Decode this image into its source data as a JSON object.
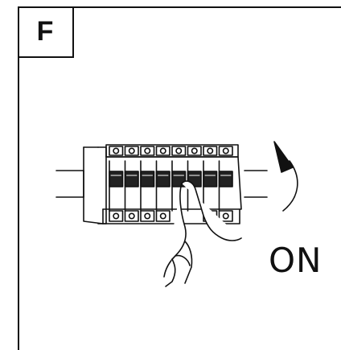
{
  "step": {
    "letter": "F"
  },
  "instruction": {
    "switch_state_label": "ON"
  },
  "breaker_panel": {
    "breaker_count": 8,
    "switch_direction": "up"
  },
  "colors": {
    "line": "#111111",
    "background": "#ffffff",
    "breaker_fill": "#222222"
  },
  "icons": {
    "hand": "hand-pressing-icon",
    "arrow": "curved-up-arrow-icon",
    "screw": "screw-terminal-icon"
  }
}
